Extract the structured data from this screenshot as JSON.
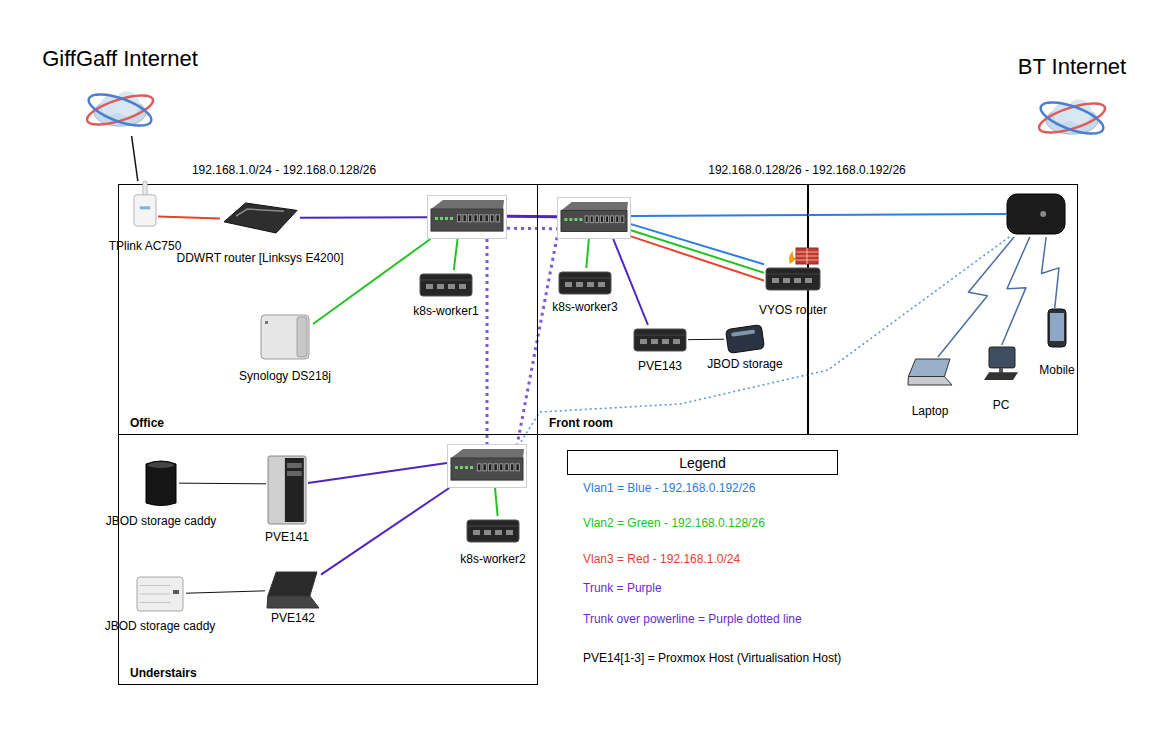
{
  "diagram": {
    "nodes": [
      {
        "text": [
          "GiffGaff Internet"
        ]
      },
      {
        "text": [
          "BT Internet"
        ]
      },
      {
        "text": [
          "Office"
        ]
      },
      {
        "text": [
          "TPlink AC750"
        ],
        "in": 2
      },
      {
        "text": [
          "DDWRT router [Linksys E4200]"
        ],
        "in": 2
      },
      {
        "text": [],
        "in": 2
      },
      {
        "text": [
          "Synology DS218j"
        ],
        "in": 2
      },
      {
        "text": [
          "k8s-worker1"
        ],
        "in": 2
      },
      {
        "text": [
          "Front room"
        ]
      },
      {
        "text": [],
        "in": 8
      },
      {
        "text": [
          "k8s-worker3"
        ],
        "in": 8
      },
      {
        "text": [
          "VYOS router"
        ],
        "in": 8
      },
      {
        "text": [
          "PVE143"
        ],
        "in": 8
      },
      {
        "text": [
          "JBOD storage"
        ],
        "in": 8
      },
      {
        "text": []
      },
      {
        "text": [
          "Laptop"
        ]
      },
      {
        "text": [
          "PC"
        ]
      },
      {
        "text": [
          "Mobile"
        ]
      },
      {
        "text": [
          "Understairs"
        ]
      },
      {
        "text": [
          "JBOD storage caddy"
        ],
        "in": 18
      },
      {
        "text": [
          "PVE141"
        ],
        "in": 18
      },
      {
        "text": [],
        "in": 18
      },
      {
        "text": [
          "k8s-worker2"
        ],
        "in": 18
      },
      {
        "text": [
          "JBOD storage caddy"
        ],
        "in": 18
      },
      {
        "text": [
          "PVE142"
        ],
        "in": 18
      },
      {
        "text": [
          "Legend"
        ]
      }
    ],
    "edges": [
      {
        "from": 0,
        "to": 3,
        "arrow": "none"
      },
      {
        "from": 3,
        "to": 4,
        "arrow": "none"
      },
      {
        "from": 4,
        "to": 5,
        "arrow": "none"
      },
      {
        "from": 5,
        "to": 6,
        "arrow": "none"
      },
      {
        "from": 5,
        "to": 7,
        "arrow": "none"
      },
      {
        "from": 5,
        "to": 9,
        "arrow": "none"
      },
      {
        "from": 5,
        "to": 9,
        "arrow": "none"
      },
      {
        "from": 5,
        "to": 21,
        "arrow": "none"
      },
      {
        "from": 9,
        "to": 21,
        "arrow": "none"
      },
      {
        "from": 9,
        "to": 10,
        "arrow": "none"
      },
      {
        "from": 9,
        "to": 12,
        "arrow": "none"
      },
      {
        "from": 9,
        "to": 11,
        "arrow": "none"
      },
      {
        "from": 9,
        "to": 11,
        "arrow": "none"
      },
      {
        "from": 9,
        "to": 11,
        "arrow": "none"
      },
      {
        "from": 9,
        "to": 14,
        "arrow": "none"
      },
      {
        "from": 12,
        "to": 13,
        "arrow": "none"
      },
      {
        "from": 14,
        "to": 21,
        "arrow": "none"
      },
      {
        "from": 14,
        "to": 15,
        "arrow": "none"
      },
      {
        "from": 14,
        "to": 16,
        "arrow": "none"
      },
      {
        "from": 14,
        "to": 17,
        "arrow": "none"
      },
      {
        "from": 19,
        "to": 20,
        "arrow": "none"
      },
      {
        "from": 20,
        "to": 21,
        "arrow": "none"
      },
      {
        "from": 21,
        "to": 22,
        "arrow": "none"
      },
      {
        "from": 23,
        "to": 24,
        "arrow": "none"
      },
      {
        "from": 24,
        "to": 21,
        "arrow": "none"
      }
    ],
    "labels": [
      "192.168.1.0/24 - 192.168.0.128/26",
      "192.168.0.128/26 - 192.168.0.192/26"
    ],
    "legend": [
      {
        "text": "Vlan1 = Blue - 192.168.0.192/26",
        "color": "#2b7de0"
      },
      {
        "text": "Vlan2 = Green - 192.168.0.128/26",
        "color": "#22c322"
      },
      {
        "text": "Vlan3 = Red - 192.168.1.0/24",
        "color": "#e8412c"
      },
      {
        "text": "Trunk = Purple",
        "color": "#6a2bc8"
      },
      {
        "text": "Trunk over powerline = Purple dotted line",
        "color": "#6a2bc8"
      },
      {
        "text": "PVE14[1-3] = Proxmox Host (Virtualisation Host)",
        "color": "#000000"
      }
    ]
  }
}
